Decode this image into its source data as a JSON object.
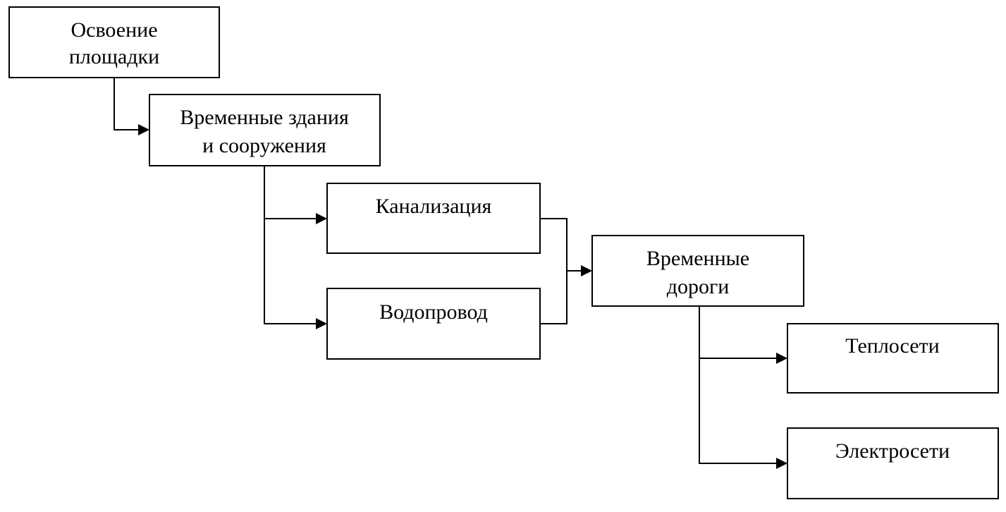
{
  "nodes": {
    "site_development": {
      "line1": "Освоение",
      "line2": "площадки"
    },
    "temporary_buildings": {
      "line1": "Временные здания",
      "line2": "и сооружения"
    },
    "sewerage": {
      "line1": "Канализация"
    },
    "water_supply": {
      "line1": "Водопровод"
    },
    "temporary_roads": {
      "line1": "Временные",
      "line2": "дороги"
    },
    "heating_networks": {
      "line1": "Теплосети"
    },
    "power_networks": {
      "line1": "Электросети"
    }
  },
  "colors": {
    "stroke": "#000000",
    "background": "#ffffff"
  }
}
